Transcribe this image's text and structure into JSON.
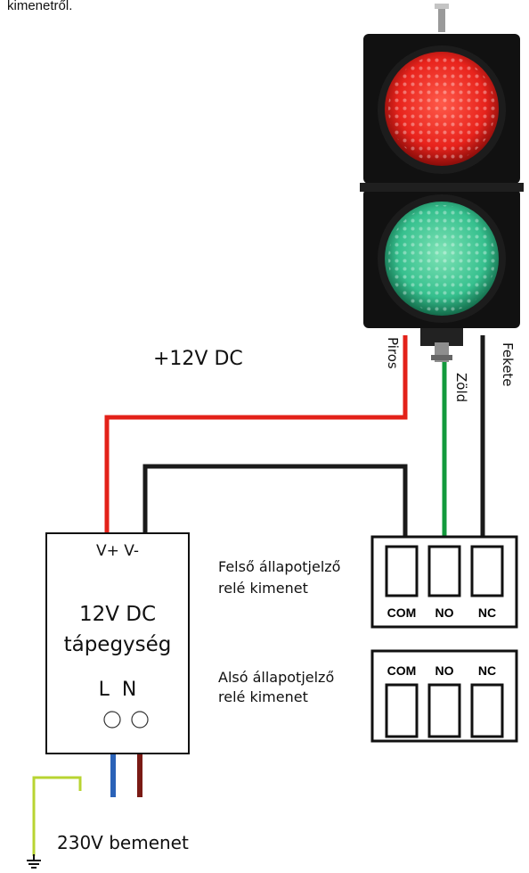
{
  "texts": {
    "top_text": "kimenetről.",
    "power_label": "+12V DC",
    "wire_red": "Piros",
    "wire_green": "Zöld",
    "wire_black": "Fekete",
    "psu_terminals": "V+ V-",
    "psu_title_1": "12V DC",
    "psu_title_2": "tápegység",
    "psu_ln": "L  N",
    "relay_top_1": "Felső állapotjelző",
    "relay_top_2": "relé kimenet",
    "relay_bottom_1": "Alsó állapotjelző",
    "relay_bottom_2": "relé kimenet",
    "input_label": "230V bemenet"
  },
  "terminals": [
    "COM",
    "NO",
    "NC"
  ],
  "colors": {
    "wire_red": "#e32119",
    "wire_green": "#139a3c",
    "wire_black": "#1a1a1a",
    "wire_blue": "#2a62b8",
    "wire_brown": "#7a1a14",
    "wire_ground": "#b8d432",
    "lamp_red": "#e8231c",
    "lamp_green": "#36c08e",
    "housing": "#111111"
  }
}
